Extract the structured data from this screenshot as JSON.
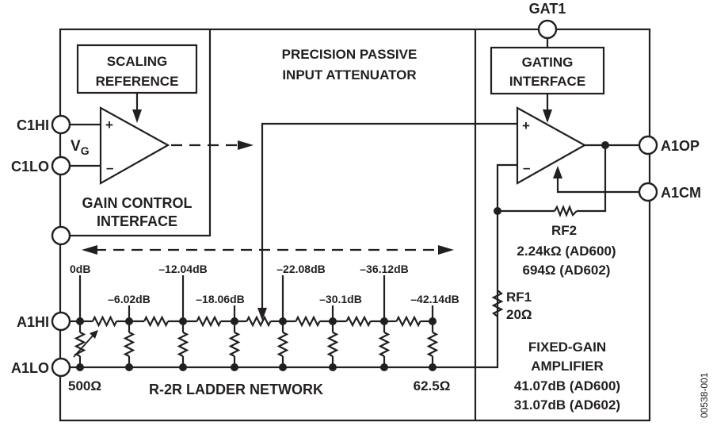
{
  "diagram": {
    "type": "block-diagram",
    "subject": "Variable gain amplifier functional block diagram",
    "figure_id": "00538-001",
    "blocks": {
      "gain_control": {
        "title_line1": "GAIN CONTROL",
        "title_line2": "INTERFACE"
      },
      "scaling_reference": {
        "line1": "SCALING",
        "line2": "REFERENCE"
      },
      "attenuator": {
        "line1": "PRECISION PASSIVE",
        "line2": "INPUT ATTENUATOR"
      },
      "gating_interface": {
        "line1": "GATING",
        "line2": "INTERFACE"
      },
      "fixed_gain_amplifier": {
        "line1": "FIXED-GAIN",
        "line2": "AMPLIFIER",
        "gain_ad600": "41.07dB (AD600)",
        "gain_ad602": "31.07dB (AD602)"
      },
      "ladder": {
        "label": "R-2R LADDER NETWORK",
        "r_input": "500Ω",
        "r_end": "62.5Ω"
      }
    },
    "pins": {
      "c1hi": "C1HI",
      "c1lo": "C1LO",
      "a1hi": "A1HI",
      "a1lo": "A1LO",
      "gat1": "GAT1",
      "a1op": "A1OP",
      "a1cm": "A1CM"
    },
    "vg_label": "V",
    "vg_subscript": "G",
    "opamp_plus": "+",
    "opamp_minus": "–",
    "taps": [
      "0dB",
      "–6.02dB",
      "–12.04dB",
      "–18.06dB",
      "–22.08dB",
      "–30.1dB",
      "–36.12dB",
      "–42.14dB"
    ],
    "rf2": {
      "name": "RF2",
      "value_ad600": "2.24kΩ (AD600)",
      "value_ad602": "694Ω (AD602)"
    },
    "rf1": {
      "name": "RF1",
      "value": "20Ω"
    }
  }
}
